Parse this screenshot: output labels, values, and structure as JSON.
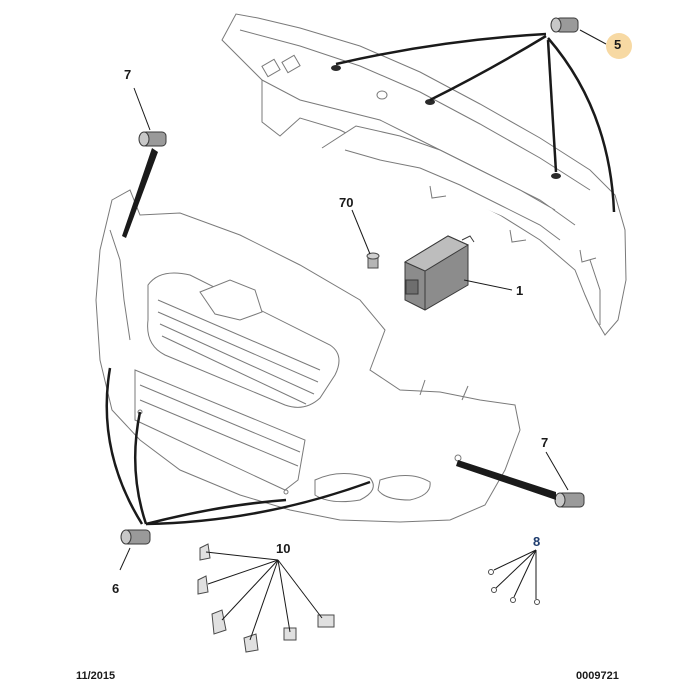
{
  "callouts": {
    "c1": "1",
    "c5": "5",
    "c6": "6",
    "c7_top": "7",
    "c7_right": "7",
    "c8": "8",
    "c10": "10",
    "c70": "70"
  },
  "footer": {
    "date": "11/2015",
    "reference": "0009721"
  },
  "colors": {
    "line": "#1a1a1a",
    "part_outline": "#7a7a7a",
    "part_fill": "#ffffff",
    "sensor_fill": "#9a9a9a",
    "highlight": "#f7d9a3",
    "callout_8": "#1e3c6e"
  }
}
